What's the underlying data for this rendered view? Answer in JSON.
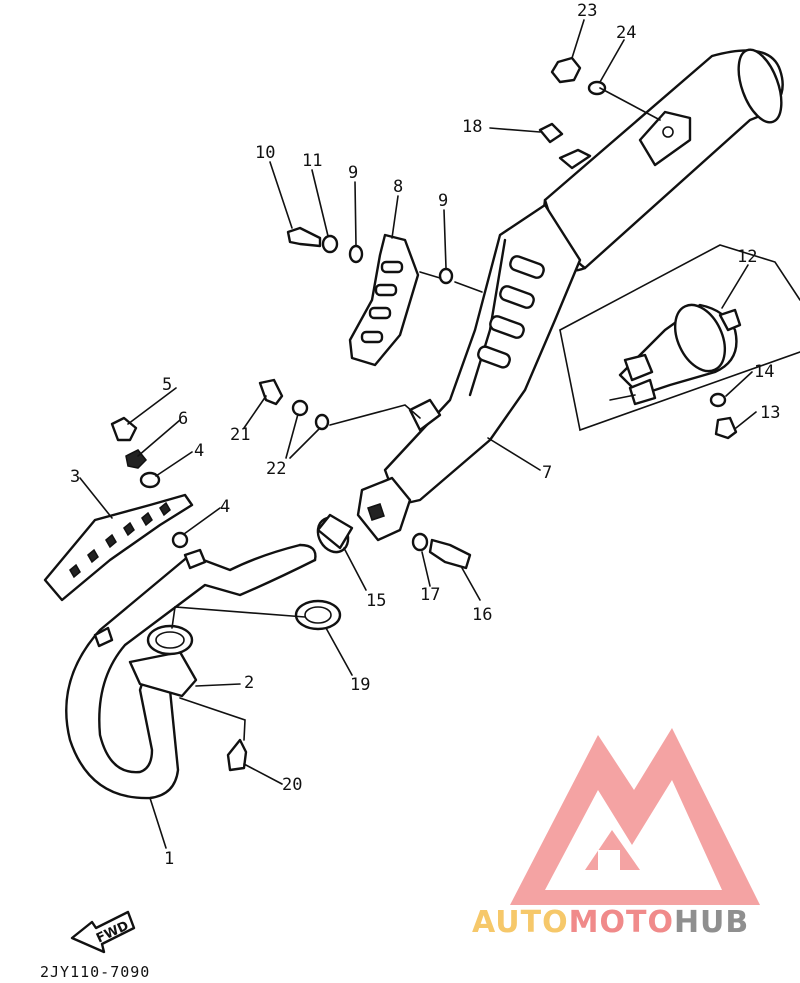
{
  "diagram": {
    "part_numbers": {
      "p1": "1",
      "p2": "2",
      "p3": "3",
      "p4a": "4",
      "p4b": "4",
      "p5": "5",
      "p6": "6",
      "p7": "7",
      "p8": "8",
      "p9a": "9",
      "p9b": "9",
      "p10": "10",
      "p11": "11",
      "p12": "12",
      "p13": "13",
      "p14": "14",
      "p15": "15",
      "p16": "16",
      "p17": "17",
      "p18": "18",
      "p19": "19",
      "p20": "20",
      "p21": "21",
      "p22": "22",
      "p23": "23",
      "p24": "24"
    },
    "fwd_label": "FWD",
    "drawing_code": "2JY110-7090"
  },
  "watermark": {
    "word_1": "AUTO",
    "word_2": "MOTO",
    "word_3": "HUB",
    "colors": {
      "logo_red": "#f08a8a",
      "auto": "#f6c86a",
      "moto": "#f08a8a",
      "hub": "#8f8f8f"
    }
  }
}
